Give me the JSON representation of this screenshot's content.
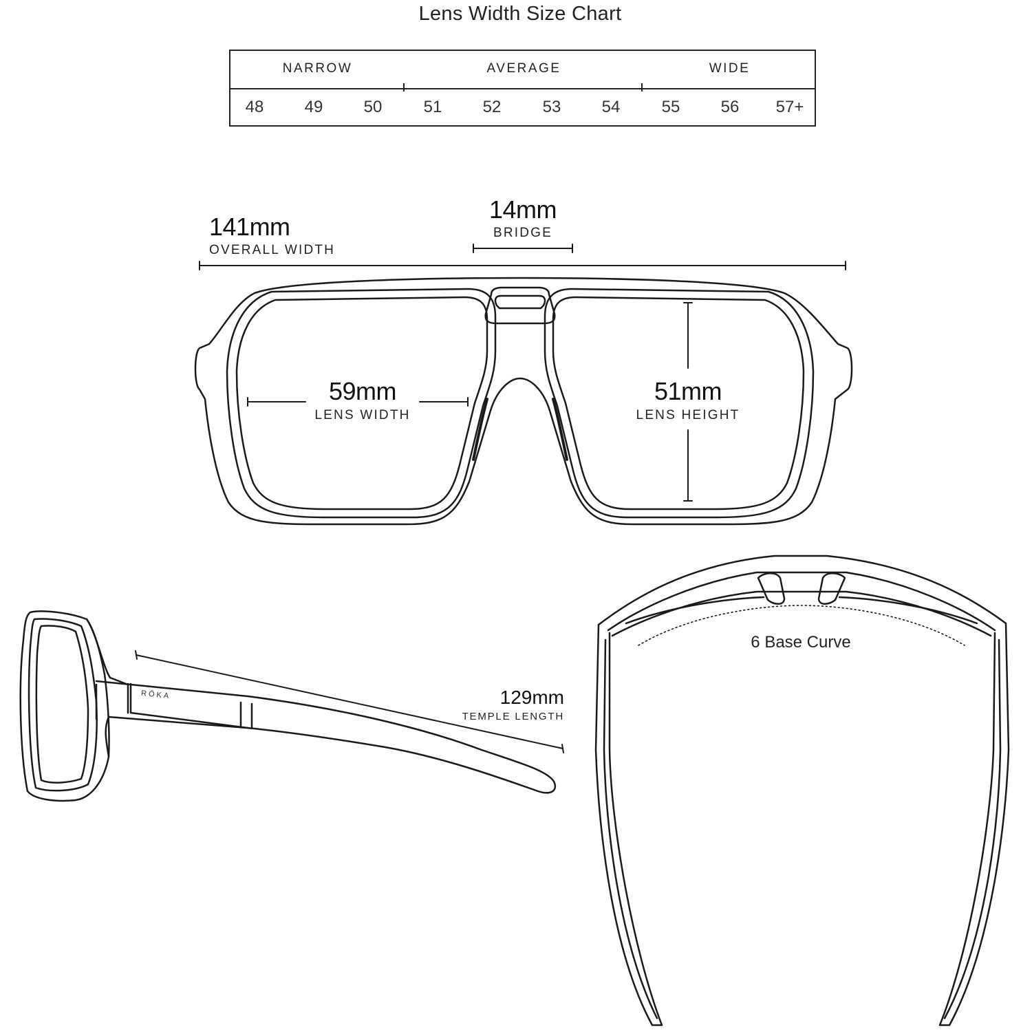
{
  "title": "Lens Width Size Chart",
  "size_chart": {
    "categories": [
      "NARROW",
      "AVERAGE",
      "WIDE"
    ],
    "sizes": [
      "48",
      "49",
      "50",
      "51",
      "52",
      "53",
      "54",
      "55",
      "56",
      "57+"
    ]
  },
  "measurements": {
    "overall_width": {
      "value": "141mm",
      "label": "OVERALL WIDTH"
    },
    "bridge": {
      "value": "14mm",
      "label": "BRIDGE"
    },
    "lens_width": {
      "value": "59mm",
      "label": "LENS WIDTH"
    },
    "lens_height": {
      "value": "51mm",
      "label": "LENS HEIGHT"
    },
    "temple_length": {
      "value": "129mm",
      "label": "TEMPLE LENGTH"
    },
    "base_curve": {
      "label": "6 Base Curve"
    }
  },
  "brand": {
    "logo_text": "RŌKA"
  },
  "colors": {
    "line": "#1a1a1a",
    "background": "#ffffff"
  }
}
